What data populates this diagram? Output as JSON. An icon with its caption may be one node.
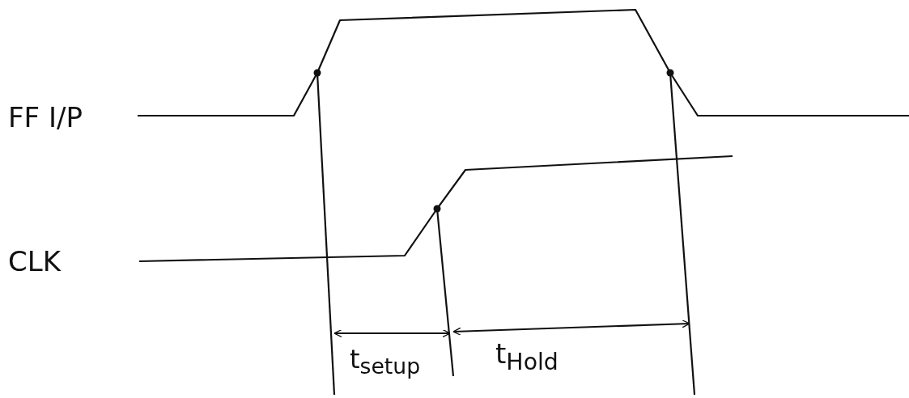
{
  "diagram": {
    "labels": [
      "FF I/P",
      "CLK",
      "t$_{setup}$",
      "t$_{Hold}$"
    ]
  }
}
